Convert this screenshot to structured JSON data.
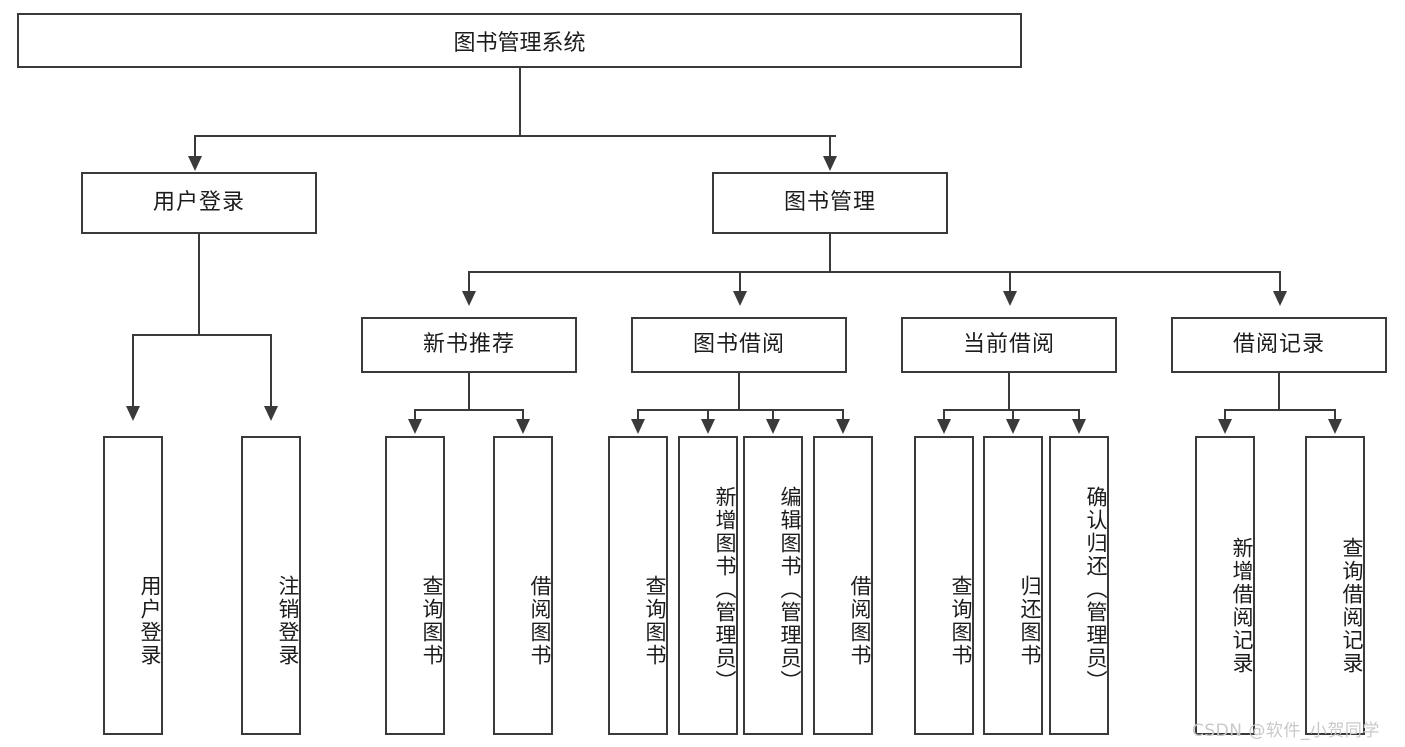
{
  "diagram": {
    "type": "tree-hierarchy-chart",
    "title": "图书管理系统",
    "root": {
      "label": "图书管理系统"
    },
    "level2": [
      {
        "label": "用户登录"
      },
      {
        "label": "图书管理"
      }
    ],
    "level3": [
      {
        "label": "新书推荐"
      },
      {
        "label": "图书借阅"
      },
      {
        "label": "当前借阅"
      },
      {
        "label": "借阅记录"
      }
    ],
    "leaves": {
      "user_login": [
        {
          "label": "用户登录"
        },
        {
          "label": "注销登录"
        }
      ],
      "new_book_recommend": [
        {
          "label": "查询图书"
        },
        {
          "label": "借阅图书"
        }
      ],
      "book_borrow": [
        {
          "label": "查询图书"
        },
        {
          "label": "新增图书（管理员）"
        },
        {
          "label": "编辑图书（管理员）"
        },
        {
          "label": "借阅图书"
        }
      ],
      "current_borrow": [
        {
          "label": "查询图书"
        },
        {
          "label": "归还图书"
        },
        {
          "label": "确认归还（管理员）"
        }
      ],
      "borrow_record": [
        {
          "label": "新增借阅记录"
        },
        {
          "label": "查询借阅记录"
        }
      ]
    }
  },
  "watermark": {
    "text": "CSDN @软件_小贺同学"
  },
  "colors": {
    "border": "#3a3a3a",
    "text": "#1c1c1c",
    "background": "#ffffff",
    "watermark": "#c9c9c9"
  }
}
